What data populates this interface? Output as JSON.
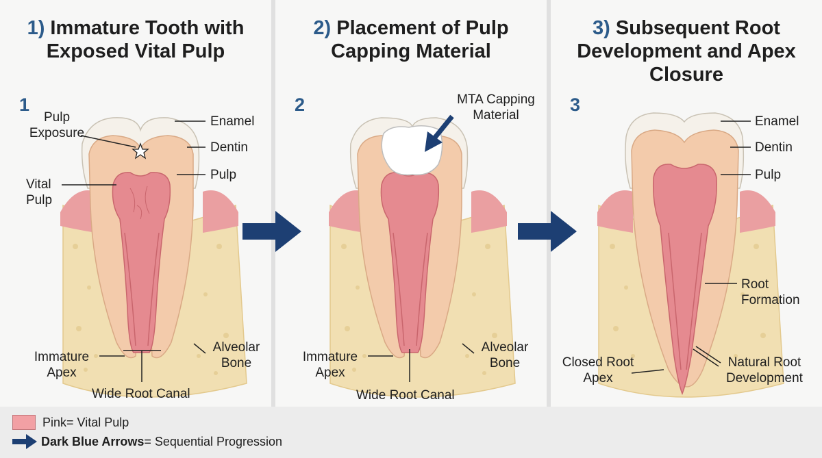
{
  "panels": [
    {
      "title_num": "1)",
      "title_text": "Immature Tooth with Exposed Vital Pulp",
      "step": "1",
      "labels": {
        "pulp_exposure": "Pulp Exposure",
        "enamel": "Enamel",
        "dentin": "Dentin",
        "pulp": "Pulp",
        "vital_pulp": "Vital Pulp",
        "immature_apex": "Immature Apex",
        "alveolar_bone": "Alveolar Bone",
        "wide_root_canal": "Wide Root Canal"
      }
    },
    {
      "title_num": "2)",
      "title_text": "Placement of Pulp Capping Material",
      "step": "2",
      "labels": {
        "mta": "MTA Capping Material",
        "immature_apex": "Immature Apex",
        "alveolar_bone": "Alveolar Bone",
        "wide_root_canal": "Wide Root Canal"
      }
    },
    {
      "title_num": "3)",
      "title_text": "Subsequent Root Development and Apex Closure",
      "step": "3",
      "labels": {
        "enamel": "Enamel",
        "dentin": "Dentin",
        "pulp": "Pulp",
        "root_formation": "Root Formation",
        "closed_apex": "Closed Root Apex",
        "natural_root": "Natural Root Development"
      }
    }
  ],
  "legend": {
    "pink_swatch_label": "Pink",
    "pink_rest": " = Vital Pulp",
    "arrow_label": "Dark Blue Arrows",
    "arrow_rest": " = Sequential Progression"
  },
  "colors": {
    "arrow": "#1d3f73",
    "pulp": "#e58a90",
    "dentin": "#f3cbab",
    "enamel": "#f5f1ea",
    "gum": "#ea9fa1",
    "bone": "#f1dfb2",
    "title_number": "#2c5b8a"
  },
  "icons": {
    "exposure_marker": "star-outline-icon",
    "progression": "arrow-right-icon"
  }
}
